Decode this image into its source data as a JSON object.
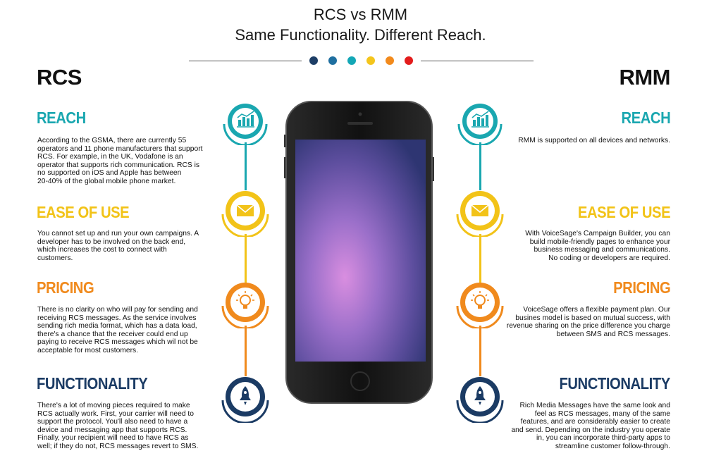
{
  "header": {
    "title": "RCS vs RMM",
    "subtitle": "Same Functionality. Different Reach.",
    "dots": [
      "#1d3e66",
      "#1f6fa0",
      "#13a7b6",
      "#f4c51c",
      "#f28a1c",
      "#e31c1c"
    ]
  },
  "left": {
    "title": "RCS",
    "sections": [
      {
        "heading": "REACH",
        "color": "#1aa7b0",
        "icon": "chart-icon",
        "lines": [
          "According to the GSMA, there are currently 55",
          "operators and 11 phone manufacturers that support",
          "RCS. For example, in the UK, Vodafone is an",
          "operator that supports rich communication. RCS is",
          "no supported on iOS and Apple has between",
          "20-40% of the global mobile phone market."
        ]
      },
      {
        "heading": "EASE OF USE",
        "color": "#f2c318",
        "icon": "envelope-icon",
        "lines": [
          "You cannot set up and run your own campaigns. A",
          "developer has to be involved on the back end,",
          "which increases the cost to connect with",
          "customers."
        ]
      },
      {
        "heading": "PRICING",
        "color": "#f08a1d",
        "icon": "lightbulb-icon",
        "lines": [
          "There is no clarity on who will pay for sending and",
          "receiving RCS messages. As the service involves",
          "sending rich media format, which has a data load,",
          "there's a chance that the receiver could end up",
          "paying to receive RCS messages which wil not be",
          "acceptable for most customers."
        ]
      },
      {
        "heading": "FUNCTIONALITY",
        "color": "#1b3b64",
        "icon": "rocket-icon",
        "lines": [
          "There's a lot of moving pieces required to make",
          "RCS actually work. First, your carrier will need to",
          "support the protocol. You'll also need to have a",
          "device and messaging app that supports RCS.",
          "Finally, your recipient will need to have RCS as",
          "well; if they do not, RCS messages revert to SMS."
        ]
      }
    ]
  },
  "right": {
    "title": "RMM",
    "sections": [
      {
        "heading": "REACH",
        "lines": [
          "RMM is supported on all devices and networks."
        ]
      },
      {
        "heading": "EASE OF USE",
        "lines": [
          "With VoiceSage's Campaign Builder, you can",
          "build mobile-friendly pages to enhance your",
          "business messaging and communications.",
          "No coding or developers are required."
        ]
      },
      {
        "heading": "PRICING",
        "lines": [
          "VoiceSage offers a flexible payment plan. Our",
          "busines model is based on mutual success, with",
          "revenue sharing on the price difference you charge",
          "between SMS and RCS messages."
        ]
      },
      {
        "heading": "FUNCTIONALITY",
        "lines": [
          "Rich Media Messages have the same look and",
          "feel as RCS messages, many of the same",
          "features, and are considerably easier to create",
          "and send. Depending on the industry you operate",
          "in, you can incorporate third-party apps to",
          "streamline customer follow-through."
        ]
      }
    ]
  }
}
